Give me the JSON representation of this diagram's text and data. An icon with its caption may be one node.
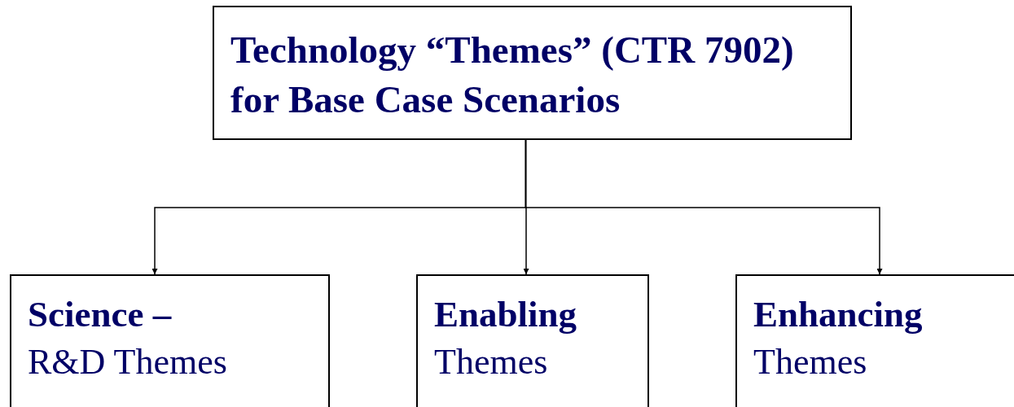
{
  "diagram": {
    "nodes": [
      {
        "text": [
          "Technology “Themes” (CTR 7902) for Base Case Scenarios"
        ]
      },
      {
        "text": [
          "Science –",
          "R&D Themes"
        ]
      },
      {
        "text": [
          "Enabling",
          "Themes"
        ]
      },
      {
        "text": [
          "Enhancing",
          "Themes"
        ]
      }
    ],
    "edges": [
      {
        "from": 0,
        "to": 1,
        "arrow": "to"
      },
      {
        "from": 0,
        "to": 2,
        "arrow": "to"
      },
      {
        "from": 0,
        "to": 3,
        "arrow": "to"
      }
    ]
  }
}
